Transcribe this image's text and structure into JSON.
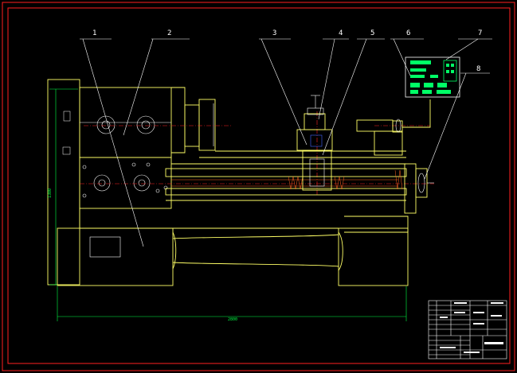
{
  "drawing": {
    "callouts": [
      "1",
      "2",
      "3",
      "4",
      "5",
      "6",
      "7",
      "8"
    ],
    "dimensions": {
      "width": "2800",
      "height": "1300"
    },
    "colors": {
      "background": "#000000",
      "frame": "#ff2020",
      "outline": "#ffff66",
      "dimension": "#00ff44",
      "centerline": "#ff2020",
      "detail": "#ffffff",
      "panel": "#00ff66"
    }
  }
}
